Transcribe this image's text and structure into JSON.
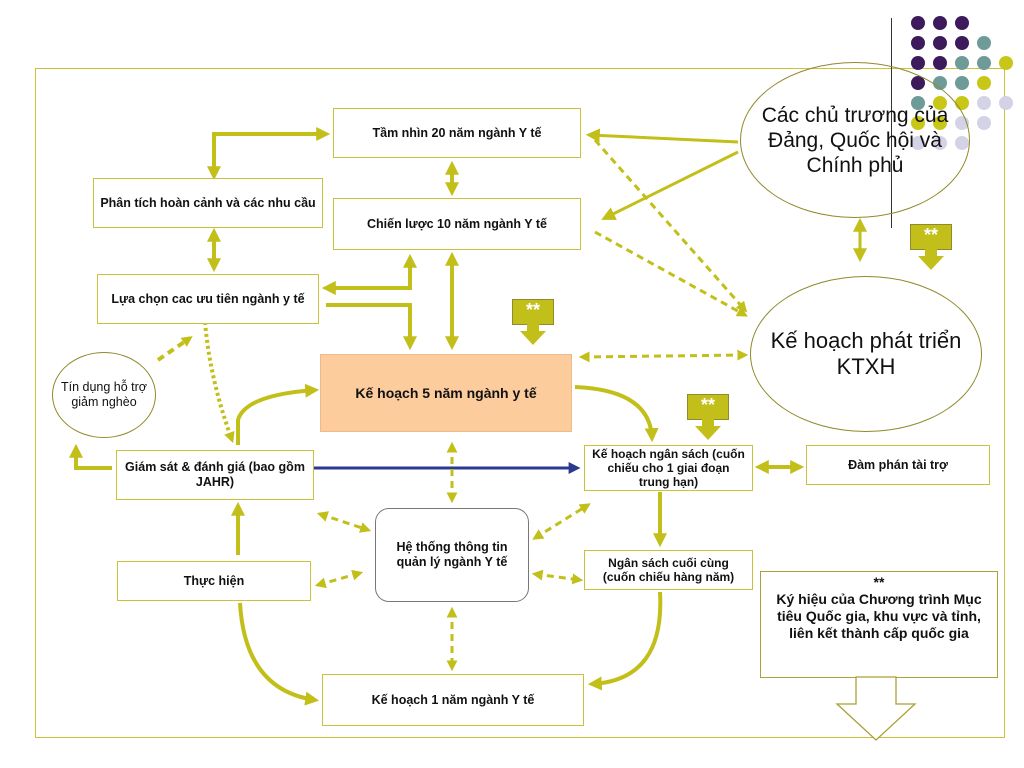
{
  "colors": {
    "accent": "#c3bf1a",
    "highlight": "#fccc9c",
    "blue_arrow": "#2b3a8f",
    "dot_purple": "#3d1a5c",
    "dot_teal": "#6e9b98",
    "dot_olive": "#c8c718",
    "dot_lavender": "#d4d3e6"
  },
  "diagram": {
    "nodes": {
      "vision": "Tầm nhìn 20 năm ngành Y tế",
      "strategy": "Chiến lược 10 năm ngành Y tế",
      "analysis": "Phân tích hoàn cảnh và các nhu cầu",
      "priorities": "Lựa chọn cac ưu tiên ngành y tế",
      "credit": "Tín dụng hỗ trợ giảm nghèo",
      "five_year": "Kế hoạch 5 năm ngành y tế",
      "monitoring": "Giám sát & đánh giá (bao gồm JAHR)",
      "implementation": "Thực hiện",
      "info_system": "Hệ thống thông tin quản lý ngành Y tế",
      "budget_plan": "Kế hoạch ngân sách (cuốn chiếu cho 1 giai đoạn trung hạn)",
      "final_budget": "Ngân sách cuối cùng (cuốn chiếu hàng năm)",
      "negotiation": "Đàm phán tài trợ",
      "one_year": "Kế hoạch 1 năm ngành Y tế",
      "party_policy": "Các chủ trương của Đảng, Quốc hội và Chính phủ",
      "ktxh": "Kế hoạch phát triển KTXH"
    },
    "markers": [
      "**",
      "**",
      "**"
    ],
    "legend": {
      "symbol": "**",
      "text": "Ký hiệu của Chương trình Mục tiêu Quốc gia, khu vực và tỉnh, liên kết thành cấp quốc gia"
    }
  }
}
